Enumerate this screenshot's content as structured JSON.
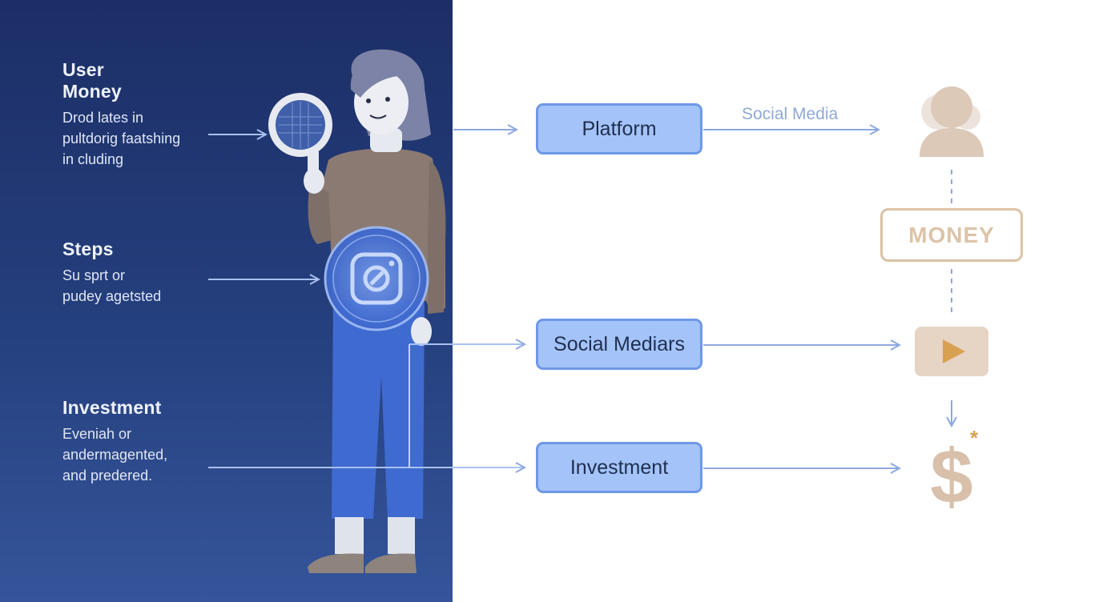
{
  "left_panel": {
    "sections": [
      {
        "heading_lines": [
          "User",
          "Money"
        ],
        "body_lines": [
          "Drod lates in",
          "pultdorig faatshing",
          "in cluding"
        ]
      },
      {
        "heading_lines": [
          "Steps"
        ],
        "body_lines": [
          "Su sprt or",
          "pudey agetsted"
        ]
      },
      {
        "heading_lines": [
          "Investment"
        ],
        "body_lines": [
          "Eveniah or",
          "andermagented,",
          "and predered."
        ]
      }
    ]
  },
  "flow": {
    "nodes": [
      {
        "label": "Platform"
      },
      {
        "label": "Social Mediars"
      },
      {
        "label": "Investment"
      }
    ],
    "edge_label": "Social Media",
    "money_label": "MONEY"
  },
  "icons": {
    "figure": "woman-figure-icon",
    "magnifier": "magnifying-glass-icon",
    "social_badge": "instagram-badge-icon",
    "user": "user-avatar-icon",
    "video": "play-button-icon",
    "dollar": "dollar-sign-icon"
  },
  "colors": {
    "panel_dark": "#1c2e66",
    "panel_light": "#35549a",
    "node_fill": "#a4c3f9",
    "node_border": "#6f98e6",
    "arrow": "#8da8e0",
    "beige": "#dcc2a6",
    "sweater": "#8a7a72",
    "pants": "#3f6bd1"
  }
}
